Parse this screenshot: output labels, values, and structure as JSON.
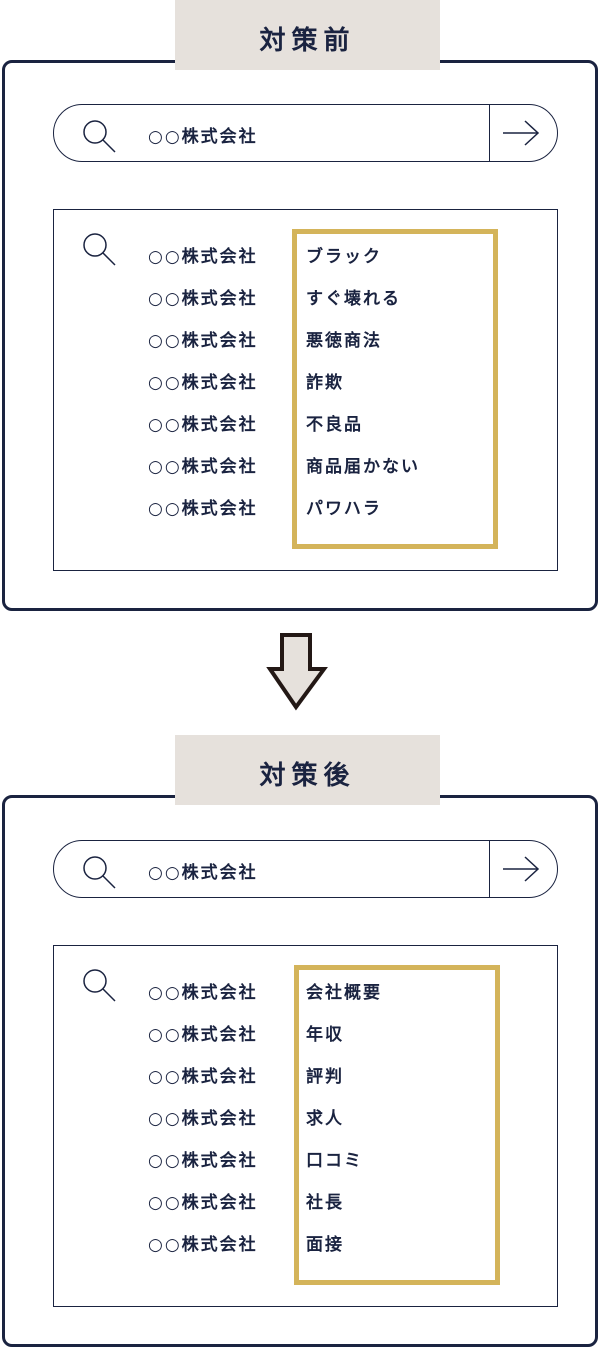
{
  "before": {
    "title": "対策前",
    "query": "○○株式会社",
    "suggestions": [
      "ブラック",
      "すぐ壊れる",
      "悪徳商法",
      "詐欺",
      "不良品",
      "商品届かない",
      "パワハラ"
    ]
  },
  "after": {
    "title": "対策後",
    "query": "○○株式会社",
    "suggestions": [
      "会社概要",
      "年収",
      "評判",
      "求人",
      "口コミ",
      "社長",
      "面接"
    ]
  },
  "colors": {
    "navy": "#1a2340",
    "gold": "#d4b45a",
    "label_bg": "#e6e1dc"
  }
}
